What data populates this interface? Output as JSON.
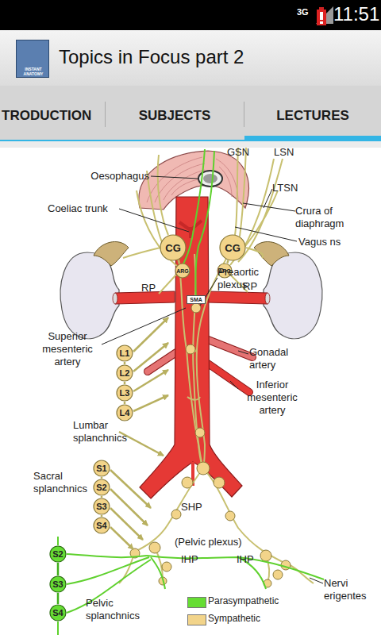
{
  "diagram": {
    "nodes": [
      {
        "text": [
          "3G",
          "11:51"
        ]
      },
      {
        "text": [
          "Topics in Focus part 2"
        ]
      },
      {
        "text": [
          "INSTANT ANATOMY"
        ],
        "in": 1
      },
      {
        "text": [
          "TRODUCTION",
          "SUBJECTS",
          "LECTURES"
        ]
      },
      {
        "text": [
          "CG"
        ]
      },
      {
        "text": [
          "CG"
        ]
      },
      {
        "text": [
          "ARG"
        ]
      },
      {
        "text": [
          "ARG"
        ]
      },
      {
        "text": [
          "SMA"
        ]
      },
      {
        "text": [
          "L1"
        ]
      },
      {
        "text": [
          "L2"
        ]
      },
      {
        "text": [
          "L3"
        ]
      },
      {
        "text": [
          "L4"
        ]
      },
      {
        "text": [
          "S1"
        ]
      },
      {
        "text": [
          "S2"
        ]
      },
      {
        "text": [
          "S3"
        ]
      },
      {
        "text": [
          "S4"
        ]
      },
      {
        "text": [
          "S2"
        ]
      },
      {
        "text": [
          "S3"
        ]
      },
      {
        "text": [
          "S4"
        ]
      }
    ],
    "edges": [
      {
        "from": 4,
        "to": 6,
        "arrow": "none"
      },
      {
        "from": 5,
        "to": 7,
        "arrow": "none"
      },
      {
        "from": 9,
        "to": 10,
        "arrow": "none"
      },
      {
        "from": 10,
        "to": 11,
        "arrow": "none"
      },
      {
        "from": 11,
        "to": 12,
        "arrow": "none"
      },
      {
        "from": 13,
        "to": 14,
        "arrow": "none"
      },
      {
        "from": 14,
        "to": 15,
        "arrow": "none"
      },
      {
        "from": 15,
        "to": 16,
        "arrow": "none"
      },
      {
        "from": 17,
        "to": 18,
        "arrow": "none"
      },
      {
        "from": 18,
        "to": 19,
        "arrow": "none"
      }
    ],
    "labels": [
      "GSN",
      "LSN",
      "Oesophagus",
      "LTSN",
      "Crura of diaphragm",
      "Vagus ns",
      "Coeliac trunk",
      "RP",
      "RP",
      "Preaortic plexus",
      "Superior mesenteric artery",
      "Gonadal artery",
      "Inferior mesenteric artery",
      "Lumbar splanchnics",
      "Sacral splanchnics",
      "SHP",
      "(Pelvic plexus)",
      "IHP",
      "IHP",
      "Nervi erigentes",
      "Pelvic splanchnics"
    ],
    "legend": [
      {
        "text": "Parasympathetic",
        "color": "#66dd33"
      },
      {
        "text": "Sympathetic",
        "color": "#f2d48a"
      }
    ]
  }
}
